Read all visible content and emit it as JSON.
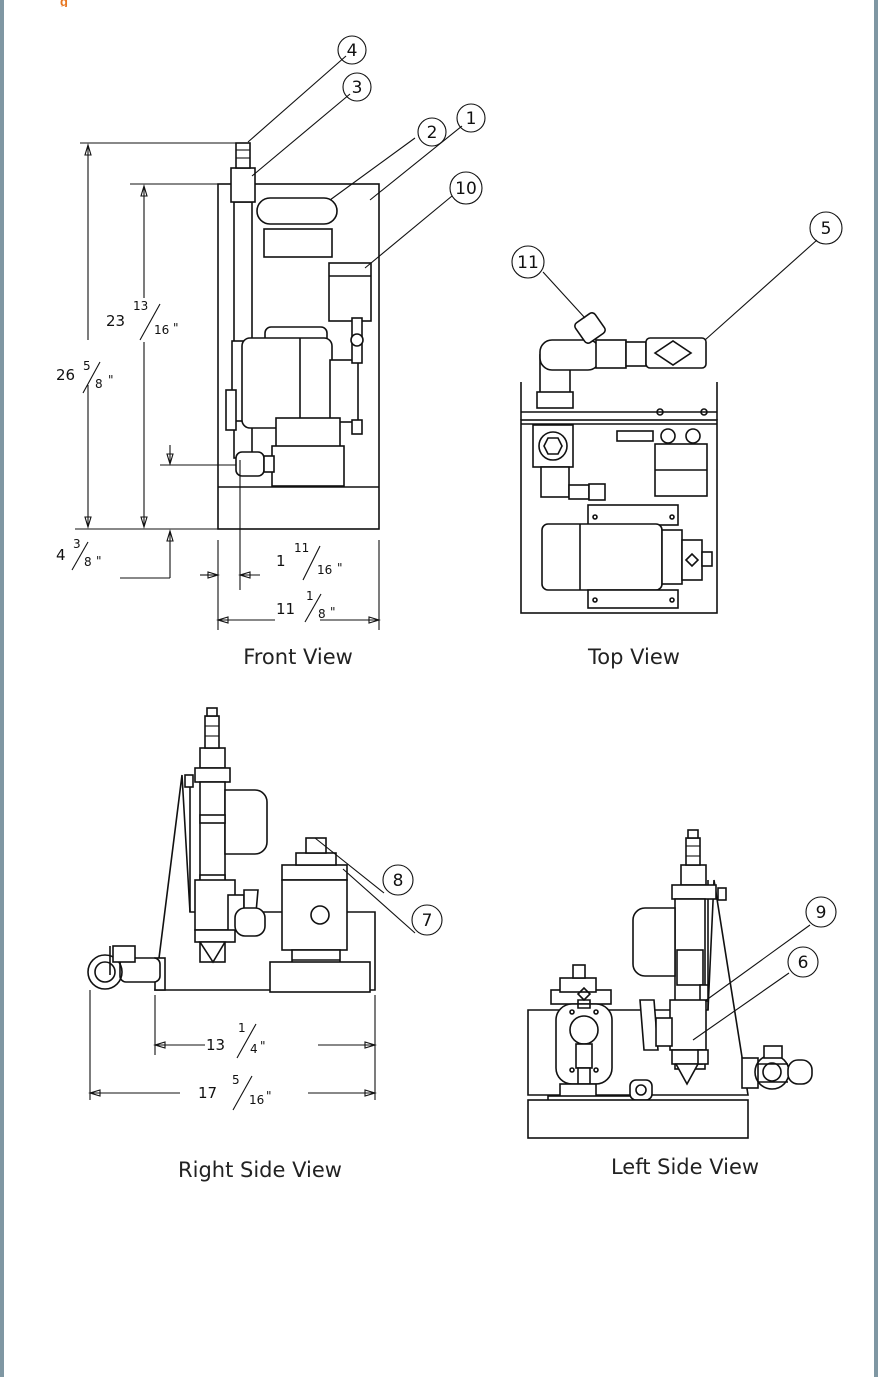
{
  "header": {
    "title_fragment": "g"
  },
  "views": {
    "front": {
      "caption": "Front View"
    },
    "top": {
      "caption": "Top View"
    },
    "right_side": {
      "caption": "Right Side View"
    },
    "left_side": {
      "caption": "Left Side View"
    }
  },
  "dimensions": {
    "overall_height": {
      "whole": "26",
      "num": "5",
      "den": "8",
      "unit": "\""
    },
    "panel_height": {
      "whole": "23",
      "num": "13",
      "den": "16",
      "unit": "\""
    },
    "inlet_height": {
      "whole": "4",
      "num": "3",
      "den": "8",
      "unit": "\""
    },
    "inlet_offset": {
      "whole": "1",
      "num": "11",
      "den": "16",
      "unit": "\""
    },
    "panel_width": {
      "whole": "11",
      "num": "1",
      "den": "8",
      "unit": "\""
    },
    "base_depth": {
      "whole": "13",
      "num": "1",
      "den": "4",
      "unit": "\""
    },
    "overall_depth": {
      "whole": "17",
      "num": "5",
      "den": "16",
      "unit": "\""
    }
  },
  "balloons": [
    "1",
    "2",
    "3",
    "4",
    "5",
    "6",
    "7",
    "8",
    "9",
    "10",
    "11"
  ],
  "colors": {
    "border": "#7f97a3",
    "accent": "#e87722",
    "ink": "#111111"
  }
}
